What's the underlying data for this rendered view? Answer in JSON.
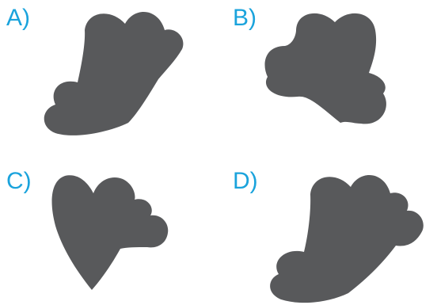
{
  "options": {
    "a": {
      "label": "A)"
    },
    "b": {
      "label": "B)"
    },
    "c": {
      "label": "C)"
    },
    "d": {
      "label": "D)"
    }
  },
  "colors": {
    "label": "#1aa3dc",
    "shape": "#58595b",
    "background": "#ffffff"
  }
}
